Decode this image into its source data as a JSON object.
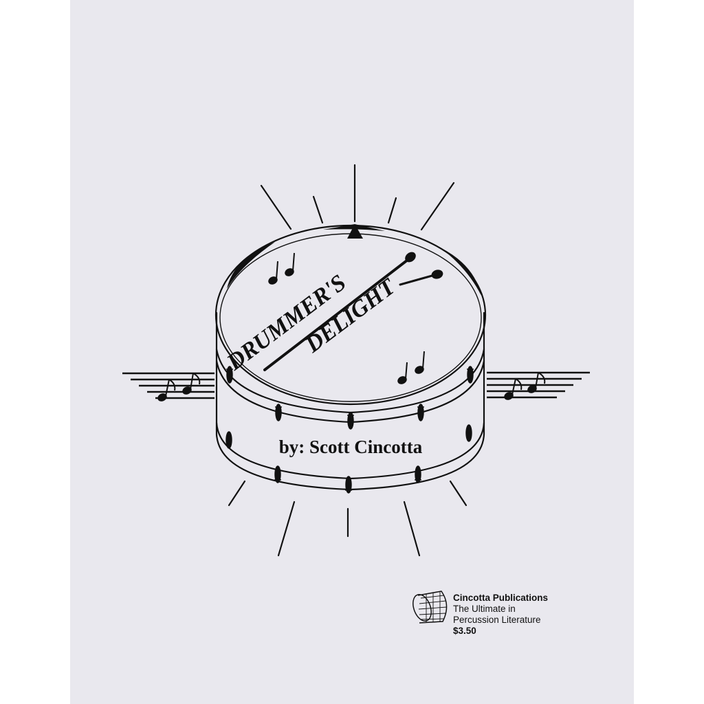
{
  "cover": {
    "title_line1": "DRUMMER'S",
    "title_line2": "DELIGHT",
    "author": "by: Scott Cincotta"
  },
  "publisher": {
    "name": "Cincotta Publications",
    "tagline_line1": "The Ultimate in",
    "tagline_line2": "Percussion Literature",
    "price": "$3.50"
  },
  "icons": {
    "illustration": "snare-drum-illustration",
    "logo": "drum-logo-icon"
  }
}
